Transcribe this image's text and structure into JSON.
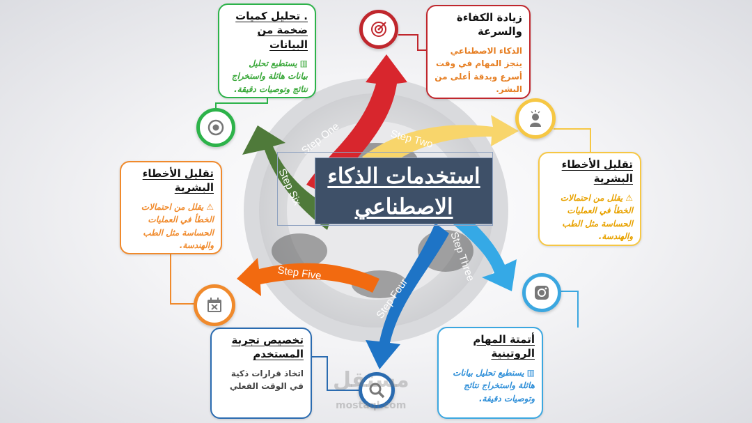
{
  "title": "استخدمات الذكاء الاصطناعي",
  "steps": [
    "Step One",
    "Step Two",
    "Step Three",
    "Step Four",
    "Step Five",
    "Step Six"
  ],
  "cards": {
    "green": {
      "title": ". تحليل كميات ضخمة من البيانات",
      "body": "يستطيع تحليل بيانات هائلة واستخراج نتائج وتوصيات دقيقة."
    },
    "red": {
      "title": "زيادة الكفاءة والسرعة",
      "body": "الذكاء الاصطناعي ينجز المهام في وقت أسرع وبدقة أعلى من البشر."
    },
    "yellow": {
      "title": "تقليل الأخطاء البشرية",
      "body": "يقلل من احتمالات الخطأ في العمليات الحساسة مثل الطب والهندسة."
    },
    "orange": {
      "title": "تقليل الأخطاء البشرية",
      "body": "يقلل من احتمالات الخطأ في العمليات الحساسة مثل الطب والهندسة."
    },
    "blue2": {
      "title": "أتمتة المهام الروتينية",
      "body": "يستطيع تحليل بيانات هائلة واستخراج نتائج وتوصيات دقيقة."
    },
    "blue1": {
      "title": "تخصيص تجربة المستخدم",
      "body": "اتخاذ قرارات ذكية في الوقت الفعلي"
    }
  },
  "icons": {
    "red": "target-arrow-icon",
    "yellow": "lightbulb-person-icon",
    "blue2": "instagram-icon",
    "blue1": "magnifier-icon",
    "orange": "calendar-icon",
    "green": "target-icon"
  },
  "watermark": {
    "ar": "مستقل",
    "lat": "mostaql.com"
  },
  "colors": {
    "green": "#4f7a3a",
    "red": "#d8262d",
    "yellow": "#f8d56b",
    "blue": "#35a9e6",
    "darkblue": "#1e74c6",
    "orange": "#f26a10"
  }
}
